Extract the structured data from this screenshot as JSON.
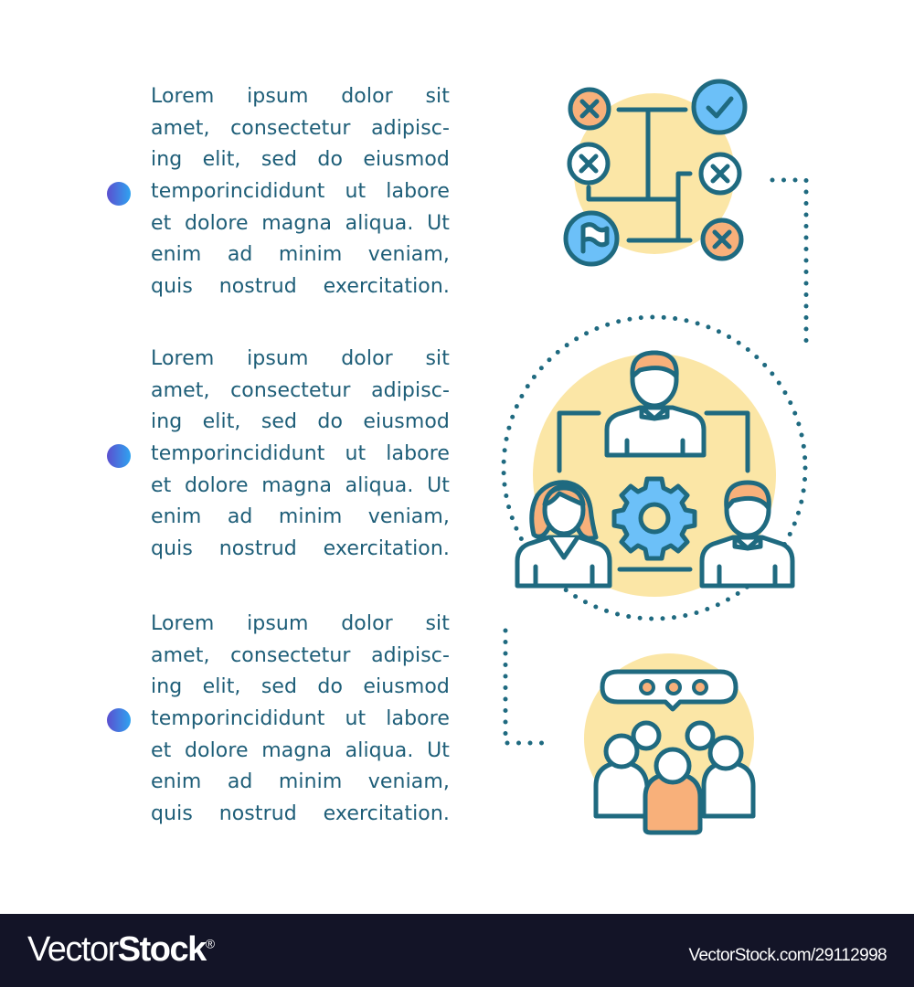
{
  "text_blocks": [
    {
      "lines": [
        "Lorem ipsum dolor sit",
        "amet, consectetur adipisc-",
        "ing elit, sed do eiusmod",
        "temporincididunt ut labore",
        "et dolore magna aliqua. Ut",
        "enim ad minim veniam,",
        "quis nostrud exercitation."
      ]
    },
    {
      "lines": [
        "Lorem ipsum dolor sit",
        "amet, consectetur adipisc-",
        "ing elit, sed do eiusmod",
        "temporincididunt ut labore",
        "et dolore magna aliqua. Ut",
        "enim ad minim veniam,",
        "quis nostrud exercitation."
      ]
    },
    {
      "lines": [
        "Lorem ipsum dolor sit",
        "amet, consectetur adipisc-",
        "ing elit, sed do eiusmod",
        "temporincididunt ut labore",
        "et dolore magna aliqua. Ut",
        "enim ad minim veniam,",
        "quis nostrud exercitation."
      ]
    }
  ],
  "illustrations": [
    {
      "name": "decision-maze-icon",
      "elements": [
        "cross-circle-orange",
        "check-circle-blue",
        "cross-circle-white",
        "cross-circle-white",
        "flag-circle-blue",
        "cross-circle-orange"
      ]
    },
    {
      "name": "team-gear-icon",
      "elements": [
        "man-avatar-top",
        "woman-avatar-left",
        "man-avatar-right",
        "gear"
      ]
    },
    {
      "name": "group-chat-icon",
      "elements": [
        "speech-bubble-dots",
        "crowd-people"
      ]
    }
  ],
  "colors": {
    "text": "#1e5e78",
    "stroke": "#1f6a80",
    "yellow": "#fbe6a6",
    "orange": "#f8b07a",
    "blue": "#6cc0f8",
    "bullet_start": "#5b4fcf",
    "bullet_end": "#2fa3f0",
    "footer_bg": "#131427"
  },
  "footer": {
    "brand_light": "Vector",
    "brand_bold": "Stock",
    "brand_reg": "®",
    "reference": "VectorStock.com/29112998"
  }
}
